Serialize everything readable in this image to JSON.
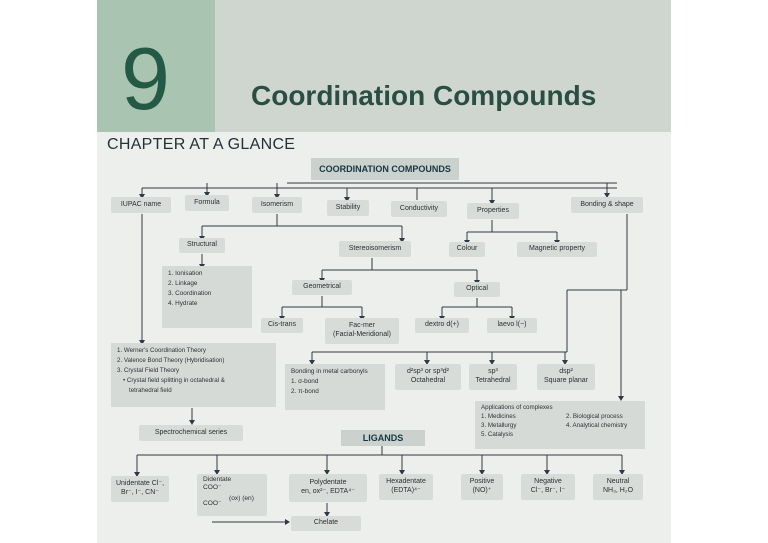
{
  "chapter": {
    "number": "9",
    "title": "Coordination Compounds",
    "subheading": "CHAPTER AT A GLANCE"
  },
  "root": "COORDINATION COMPOUNDS",
  "level1": [
    "IUPAC name",
    "Formula",
    "Isomerism",
    "Stability",
    "Conductivity",
    "Properties",
    "Bonding & shape"
  ],
  "isomerism": {
    "structural": "Structural",
    "structural_types": [
      "1. Ionisation",
      "2. Linkage",
      "3. Coordination",
      "4. Hydrate"
    ],
    "stereo": "Stereoisomerism",
    "geometrical": "Geometrical",
    "cis_trans": "Cis-trans",
    "fac_mer": "Fac-mer",
    "fac_mer_full": "(Facial-Meridional)",
    "optical": "Optical",
    "dextro": "dextro d(+)",
    "laevo": "laevo l(−)"
  },
  "properties": {
    "colour": "Colour",
    "magnetic": "Magnetic property"
  },
  "theories": [
    "1. Werner's Coordination Theory",
    "2. Valence Bond Theory (Hybridisation)",
    "3. Crystal Field Theory",
    "• Crystal field splitting in octahedral &",
    "tetrahedral field"
  ],
  "spectrochemical": "Spectrochemical series",
  "carbonyls": {
    "title": "Bonding in metal carbonyls",
    "sigma": "1. σ-bond",
    "pi": "2. π-bond"
  },
  "hybrid": {
    "oct_formula": "d²sp³ or sp³d²",
    "oct_label": "Octahedral",
    "tet_formula": "sp³",
    "tet_label": "Tetrahedral",
    "sq_formula": "dsp²",
    "sq_label": "Square planar"
  },
  "applications": {
    "title": "Applications of complexes",
    "items": [
      "1. Medicines",
      "2. Biological process",
      "3. Metallurgy",
      "4. Analytical chemistry",
      "5. Catalysis"
    ]
  },
  "ligands": {
    "title": "LIGANDS",
    "unidentate": [
      "Unidentate Cl⁻,",
      "Br⁻, I⁻, CN⁻"
    ],
    "didentate": {
      "label": "Didentate",
      "coo_top": "COO⁻",
      "coo_bottom": "COO⁻",
      "ox": "(ox) (en)"
    },
    "polydentate": [
      "Polydentate",
      "en, ox²⁻, EDTA⁴⁻"
    ],
    "hexadentate": [
      "Hexadentate",
      "(EDTA)⁴⁻"
    ],
    "positive": [
      "Positive",
      "(NO)⁺"
    ],
    "negative": [
      "Negative",
      "Cl⁻, Br⁻, I⁻"
    ],
    "neutral": [
      "Neutral",
      "NH₃, H₂O"
    ],
    "chelate": "Chelate"
  }
}
